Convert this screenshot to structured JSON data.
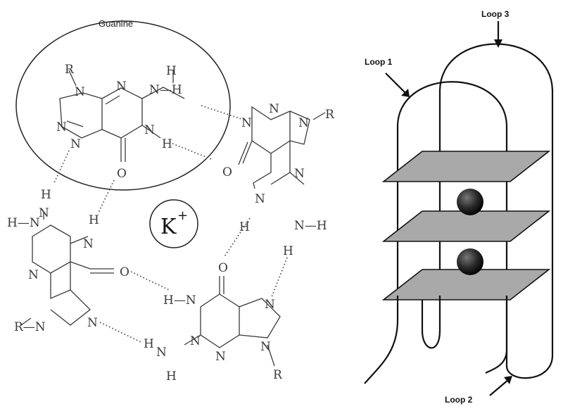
{
  "left_panel": {
    "guanine_label": "Guanine",
    "ion_label": "K",
    "ion_charge": "+",
    "atom_symbols": {
      "nitrogen": "N",
      "oxygen": "O",
      "hydrogen": "H",
      "substituent": "R"
    }
  },
  "right_panel": {
    "loop1_label": "Loop 1",
    "loop2_label": "Loop 2",
    "loop3_label": "Loop 3",
    "tetrad_planes": 3,
    "ions_shown": 2
  }
}
